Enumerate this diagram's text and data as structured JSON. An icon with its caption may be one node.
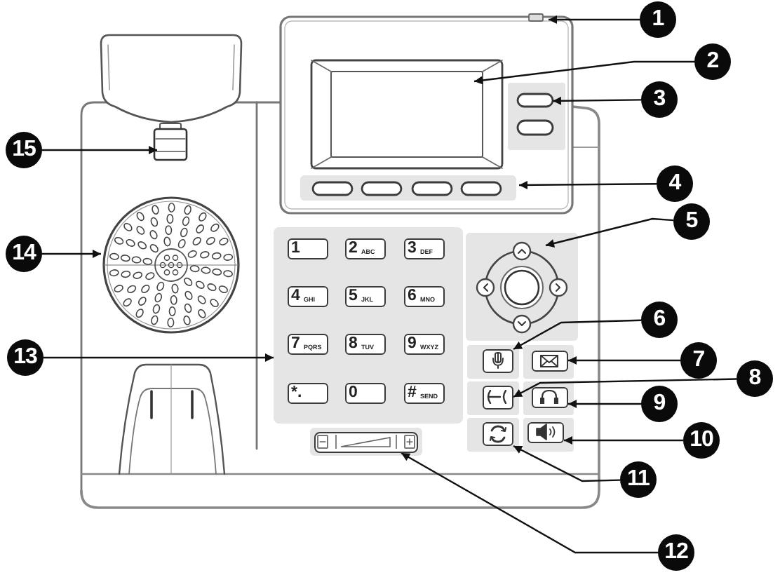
{
  "diagram": {
    "nodes": [
      {
        "text": [
          "1"
        ]
      },
      {
        "text": [
          "2"
        ]
      },
      {
        "text": [
          "3"
        ]
      },
      {
        "text": [
          "4"
        ]
      },
      {
        "text": [
          "5"
        ]
      },
      {
        "text": [
          "6"
        ]
      },
      {
        "text": [
          "7"
        ]
      },
      {
        "text": [
          "8"
        ]
      },
      {
        "text": [
          "9"
        ]
      },
      {
        "text": [
          "10"
        ]
      },
      {
        "text": [
          "11"
        ]
      },
      {
        "text": [
          "12"
        ]
      },
      {
        "text": [
          "13"
        ]
      },
      {
        "text": [
          "14"
        ]
      },
      {
        "text": [
          "15"
        ]
      },
      {
        "text": [],
        "shape": "box"
      },
      {
        "text": [
          "1"
        ],
        "in": 15
      },
      {
        "text": [
          "2",
          "ABC"
        ],
        "in": 15
      },
      {
        "text": [
          "3",
          "DEF"
        ],
        "in": 15
      },
      {
        "text": [
          "4",
          "GHI"
        ],
        "in": 15
      },
      {
        "text": [
          "5",
          "JKL"
        ],
        "in": 15
      },
      {
        "text": [
          "6",
          "MNO"
        ],
        "in": 15
      },
      {
        "text": [
          "7",
          "PQRS"
        ],
        "in": 15
      },
      {
        "text": [
          "8",
          "TUV"
        ],
        "in": 15
      },
      {
        "text": [
          "9",
          "WXYZ"
        ],
        "in": 15
      },
      {
        "text": [
          "*."
        ],
        "in": 15
      },
      {
        "text": [
          "0"
        ],
        "in": 15
      },
      {
        "text": [
          "#",
          "SEND"
        ],
        "in": 15
      },
      {
        "text": [
          "−",
          "+"
        ]
      },
      {
        "text": [],
        "shape": "box"
      },
      {
        "text": [],
        "shape": "box"
      },
      {
        "text": [],
        "shape": "box"
      },
      {
        "text": [],
        "shape": "box"
      },
      {
        "text": [],
        "shape": "box"
      },
      {
        "text": [],
        "shape": "box"
      }
    ],
    "edges": [
      {
        "from": 0,
        "to": null,
        "arrow": "to"
      },
      {
        "from": 1,
        "to": null,
        "arrow": "to"
      },
      {
        "from": 2,
        "to": null,
        "arrow": "to"
      },
      {
        "from": 3,
        "to": null,
        "arrow": "to"
      },
      {
        "from": 4,
        "to": null,
        "arrow": "to"
      },
      {
        "from": 5,
        "to": 29,
        "arrow": "to"
      },
      {
        "from": 6,
        "to": 30,
        "arrow": "to"
      },
      {
        "from": 7,
        "to": 31,
        "arrow": "to"
      },
      {
        "from": 8,
        "to": 32,
        "arrow": "to"
      },
      {
        "from": 9,
        "to": 34,
        "arrow": "to"
      },
      {
        "from": 10,
        "to": 33,
        "arrow": "to"
      },
      {
        "from": 11,
        "to": 28,
        "arrow": "to"
      },
      {
        "from": 12,
        "to": 15,
        "arrow": "to"
      },
      {
        "from": 13,
        "to": null,
        "arrow": "to"
      },
      {
        "from": 14,
        "to": null,
        "arrow": "to"
      }
    ]
  }
}
